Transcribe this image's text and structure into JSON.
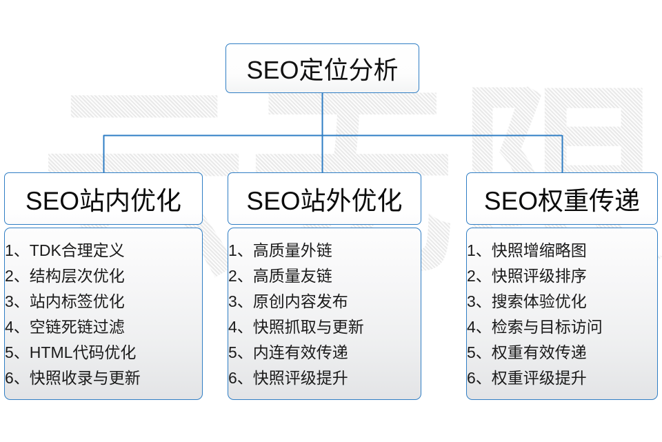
{
  "diagram": {
    "title_text": "SEO定位分析",
    "watermark_text": "云无限",
    "accent_color": "#2e7dc4",
    "text_color": "#111111",
    "root": {
      "label": "SEO定位分析"
    },
    "branches": [
      {
        "header": "SEO站内优化",
        "items": [
          "1、TDK合理定义",
          "2、结构层次优化",
          "3、站内标签优化",
          "4、空链死链过滤",
          "5、HTML代码优化",
          "6、快照收录与更新"
        ]
      },
      {
        "header": "SEO站外优化",
        "items": [
          "1、高质量外链",
          "2、高质量友链",
          "3、原创内容发布",
          "4、快照抓取与更新",
          "5、内连有效传递",
          "6、快照评级提升"
        ]
      },
      {
        "header": "SEO权重传递",
        "items": [
          "1、快照增缩略图",
          "2、快照评级排序",
          "3、搜索体验优化",
          "4、检索与目标访问",
          "5、权重有效传递",
          "6、权重评级提升"
        ]
      }
    ]
  }
}
